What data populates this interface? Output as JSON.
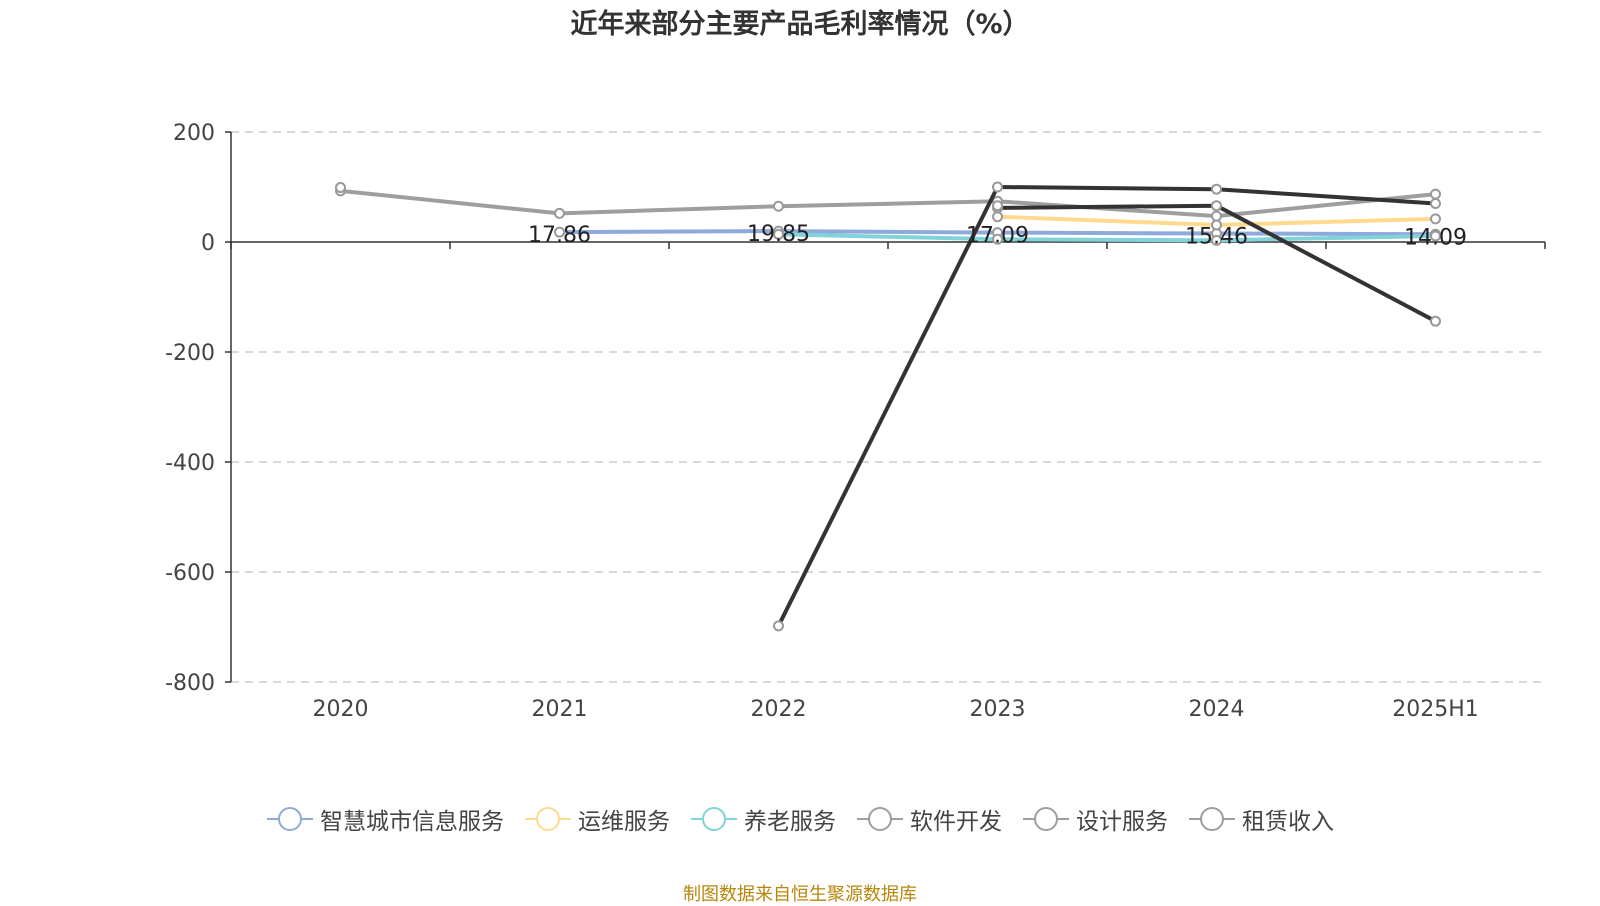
{
  "chart_data": {
    "type": "line",
    "title": "近年来部分主要产品毛利率情况（%）",
    "categories": [
      "2020",
      "2021",
      "2022",
      "2023",
      "2024",
      "2025H1"
    ],
    "ylim": [
      -800,
      200
    ],
    "yticks": [
      200,
      0,
      -200,
      -400,
      -600,
      -800
    ],
    "ytick_labels": [
      "200",
      "0",
      "-200",
      "-400",
      "-600",
      "-800"
    ],
    "grid": true,
    "legend_position": "bottom",
    "series": [
      {
        "name": "智慧城市信息服务",
        "color": "#8eaadb",
        "values": [
          null,
          17.86,
          19.85,
          17.09,
          15.46,
          14.09
        ],
        "labels": [
          "",
          "17.86",
          "19.85",
          "17.09",
          "15.46",
          "14.09"
        ]
      },
      {
        "name": "运维服务",
        "color": "#ffd98f",
        "values": [
          null,
          null,
          null,
          46,
          31,
          42
        ]
      },
      {
        "name": "养老服务",
        "color": "#7fd3d9",
        "values": [
          null,
          null,
          14,
          5,
          3,
          11
        ]
      },
      {
        "name": "软件开发",
        "color": "#9e9e9e",
        "values": [
          93,
          52,
          65,
          74,
          47,
          87
        ]
      },
      {
        "name": "设计服务",
        "color": "#333333",
        "values": [
          null,
          null,
          -698,
          100,
          96,
          70
        ]
      },
      {
        "name": "租赁收入",
        "color": "#333333",
        "values": [
          null,
          null,
          null,
          62,
          66,
          -144
        ]
      }
    ],
    "extra_points": [
      {
        "x": "2020",
        "y": 99
      },
      {
        "x": "2023",
        "y": 66
      }
    ]
  },
  "legend": {
    "items": [
      {
        "label": "智慧城市信息服务",
        "color": "#8eaadb"
      },
      {
        "label": "运维服务",
        "color": "#ffd98f"
      },
      {
        "label": "养老服务",
        "color": "#7fd3d9"
      },
      {
        "label": "软件开发",
        "color": "#9e9e9e"
      },
      {
        "label": "设计服务",
        "color": "#9e9e9e"
      },
      {
        "label": "租赁收入",
        "color": "#9e9e9e"
      }
    ]
  },
  "source_text": "制图数据来自恒生聚源数据库"
}
